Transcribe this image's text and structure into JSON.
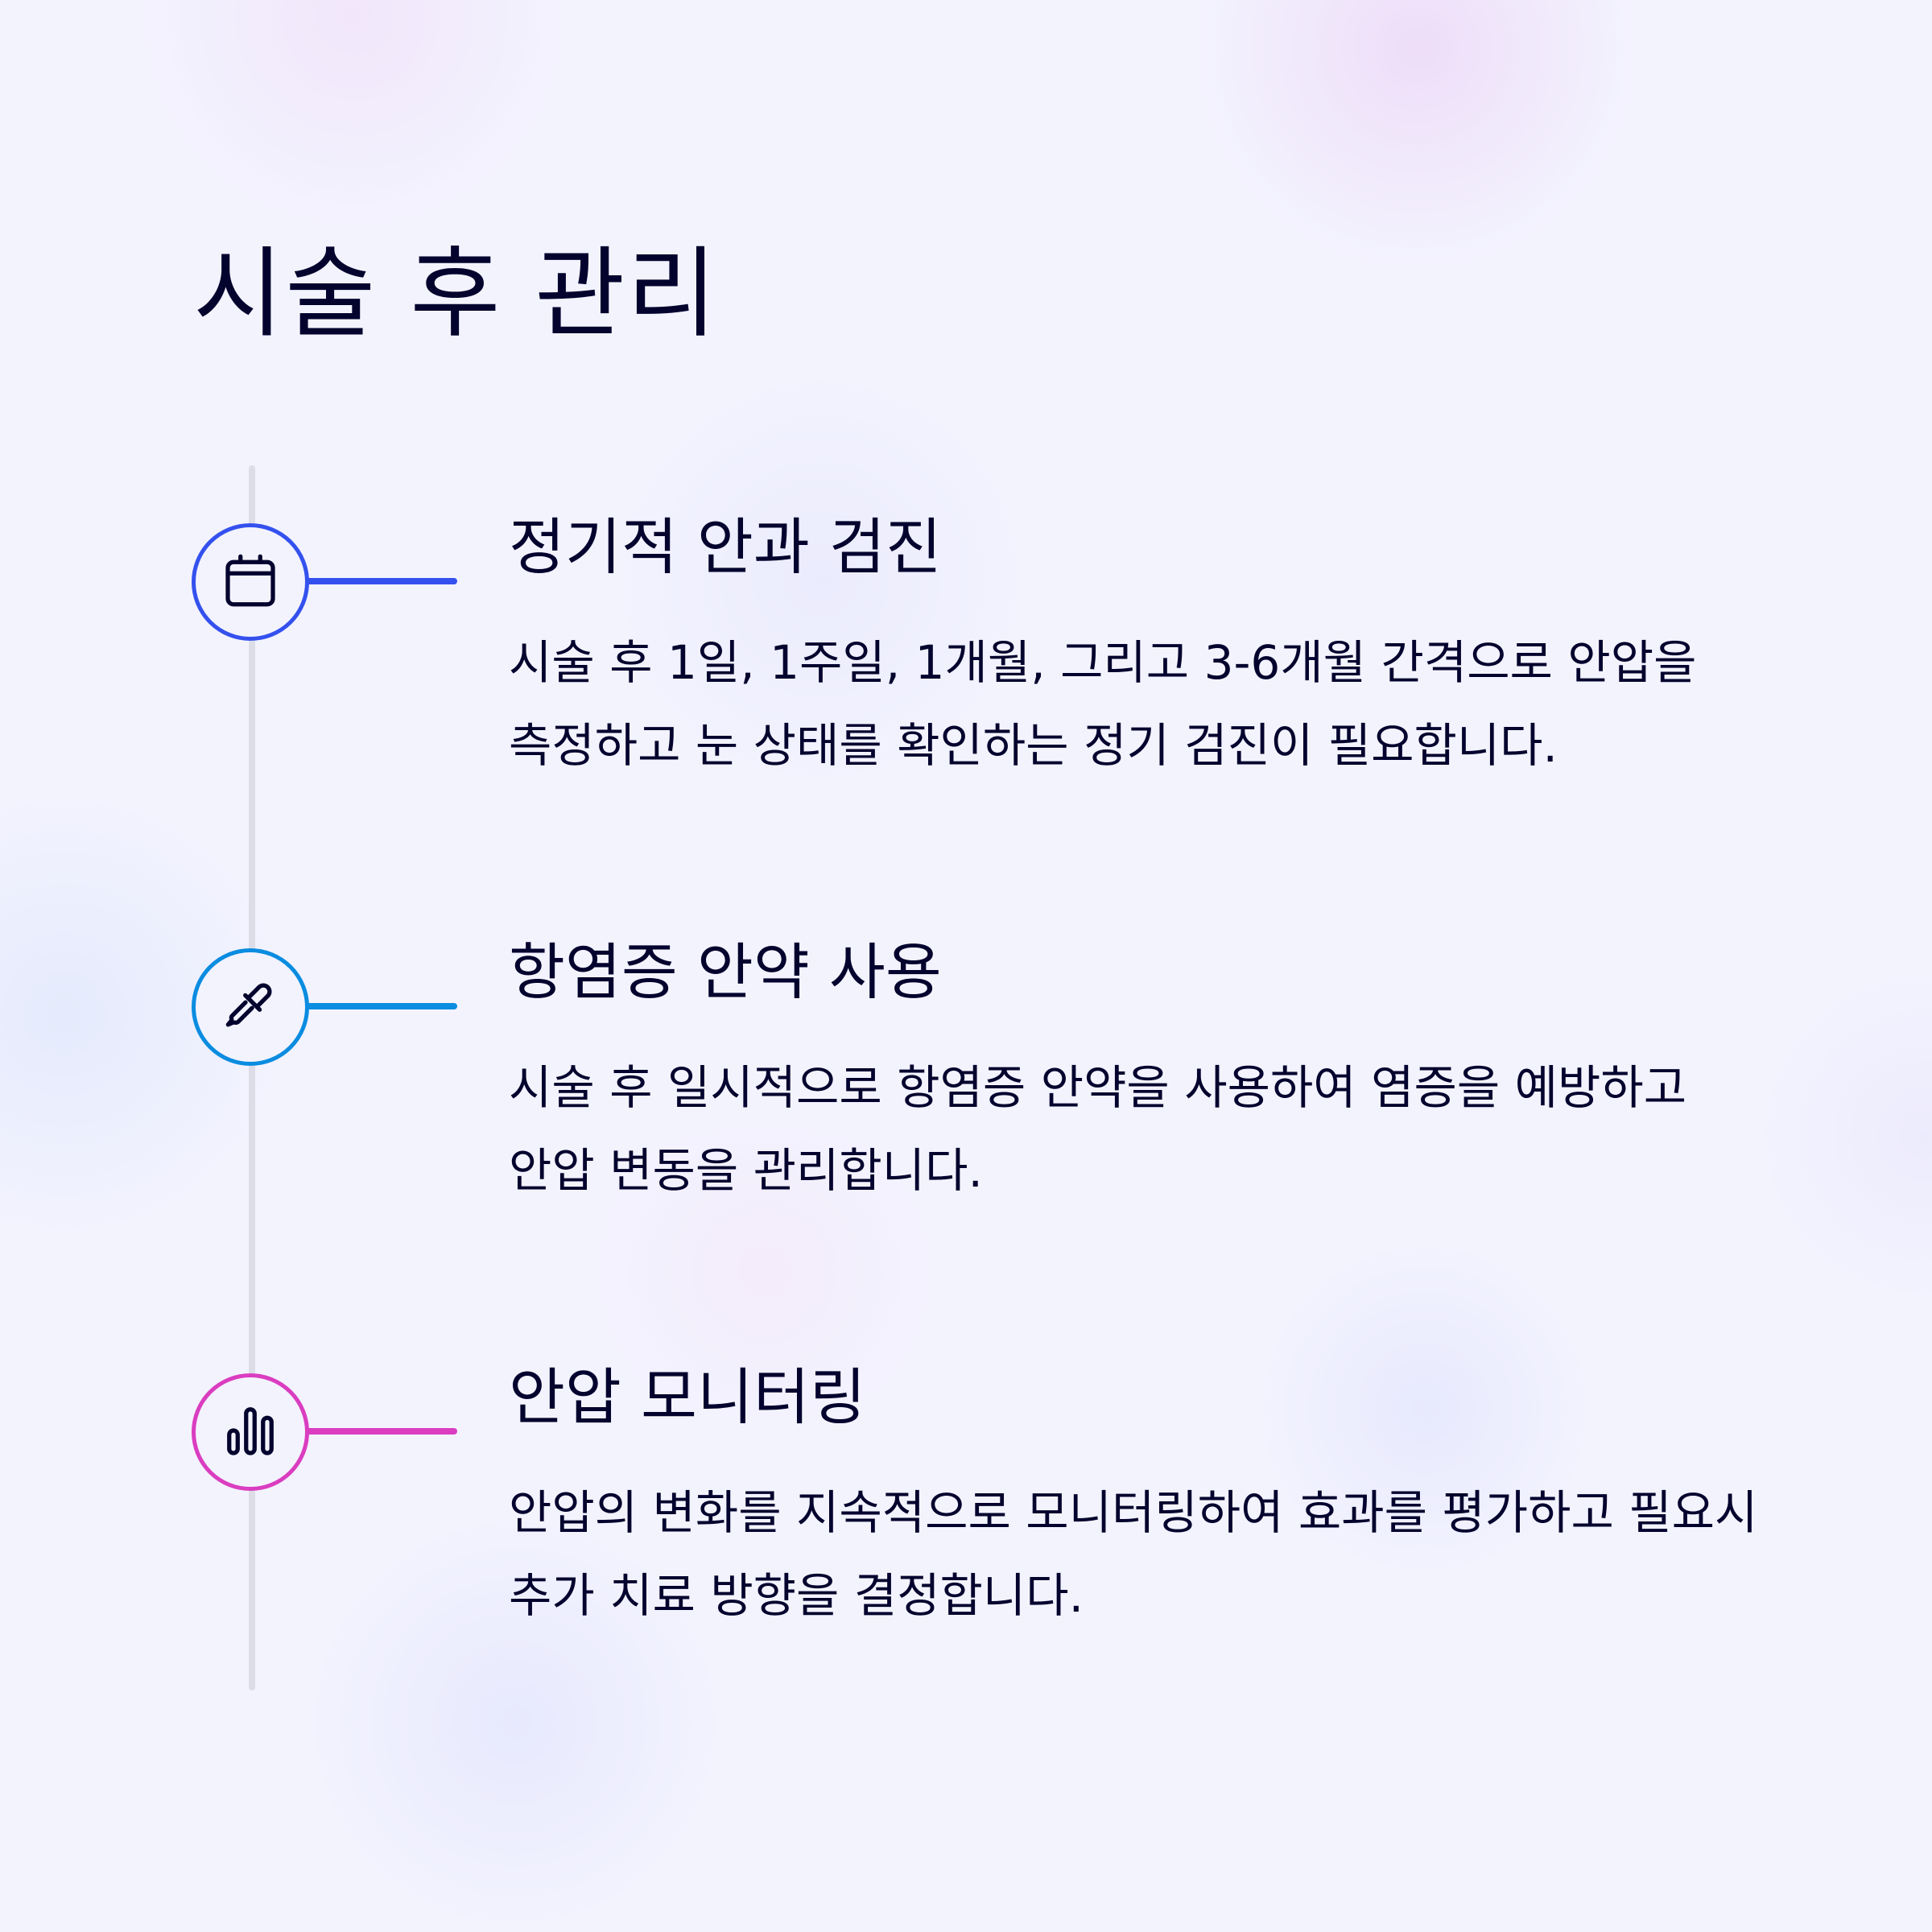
{
  "page": {
    "title": "시술 후 관리",
    "background_color": "#F3F3FE",
    "text_color": "#03032E",
    "timeline_color": "#DDDDE8"
  },
  "steps": [
    {
      "icon": "calendar-icon",
      "accent_color": "#3451EE",
      "title": "정기적 안과 검진",
      "description": "시술 후 1일, 1주일, 1개월, 그리고 3-6개월 간격으로 안압을 측정하고 눈 상태를 확인하는 정기 검진이 필요합니다."
    },
    {
      "icon": "eyedropper-icon",
      "accent_color": "#0A8CE0",
      "title": "항염증 안약 사용",
      "description": "시술 후 일시적으로 항염증 안약을 사용하여 염증을 예방하고 안압 변동을 관리합니다."
    },
    {
      "icon": "bar-chart-icon",
      "accent_color": "#DA3DC0",
      "title": "안압 모니터링",
      "description": "안압의 변화를 지속적으로 모니터링하여 효과를 평가하고 필요시 추가 치료 방향을 결정합니다."
    }
  ]
}
